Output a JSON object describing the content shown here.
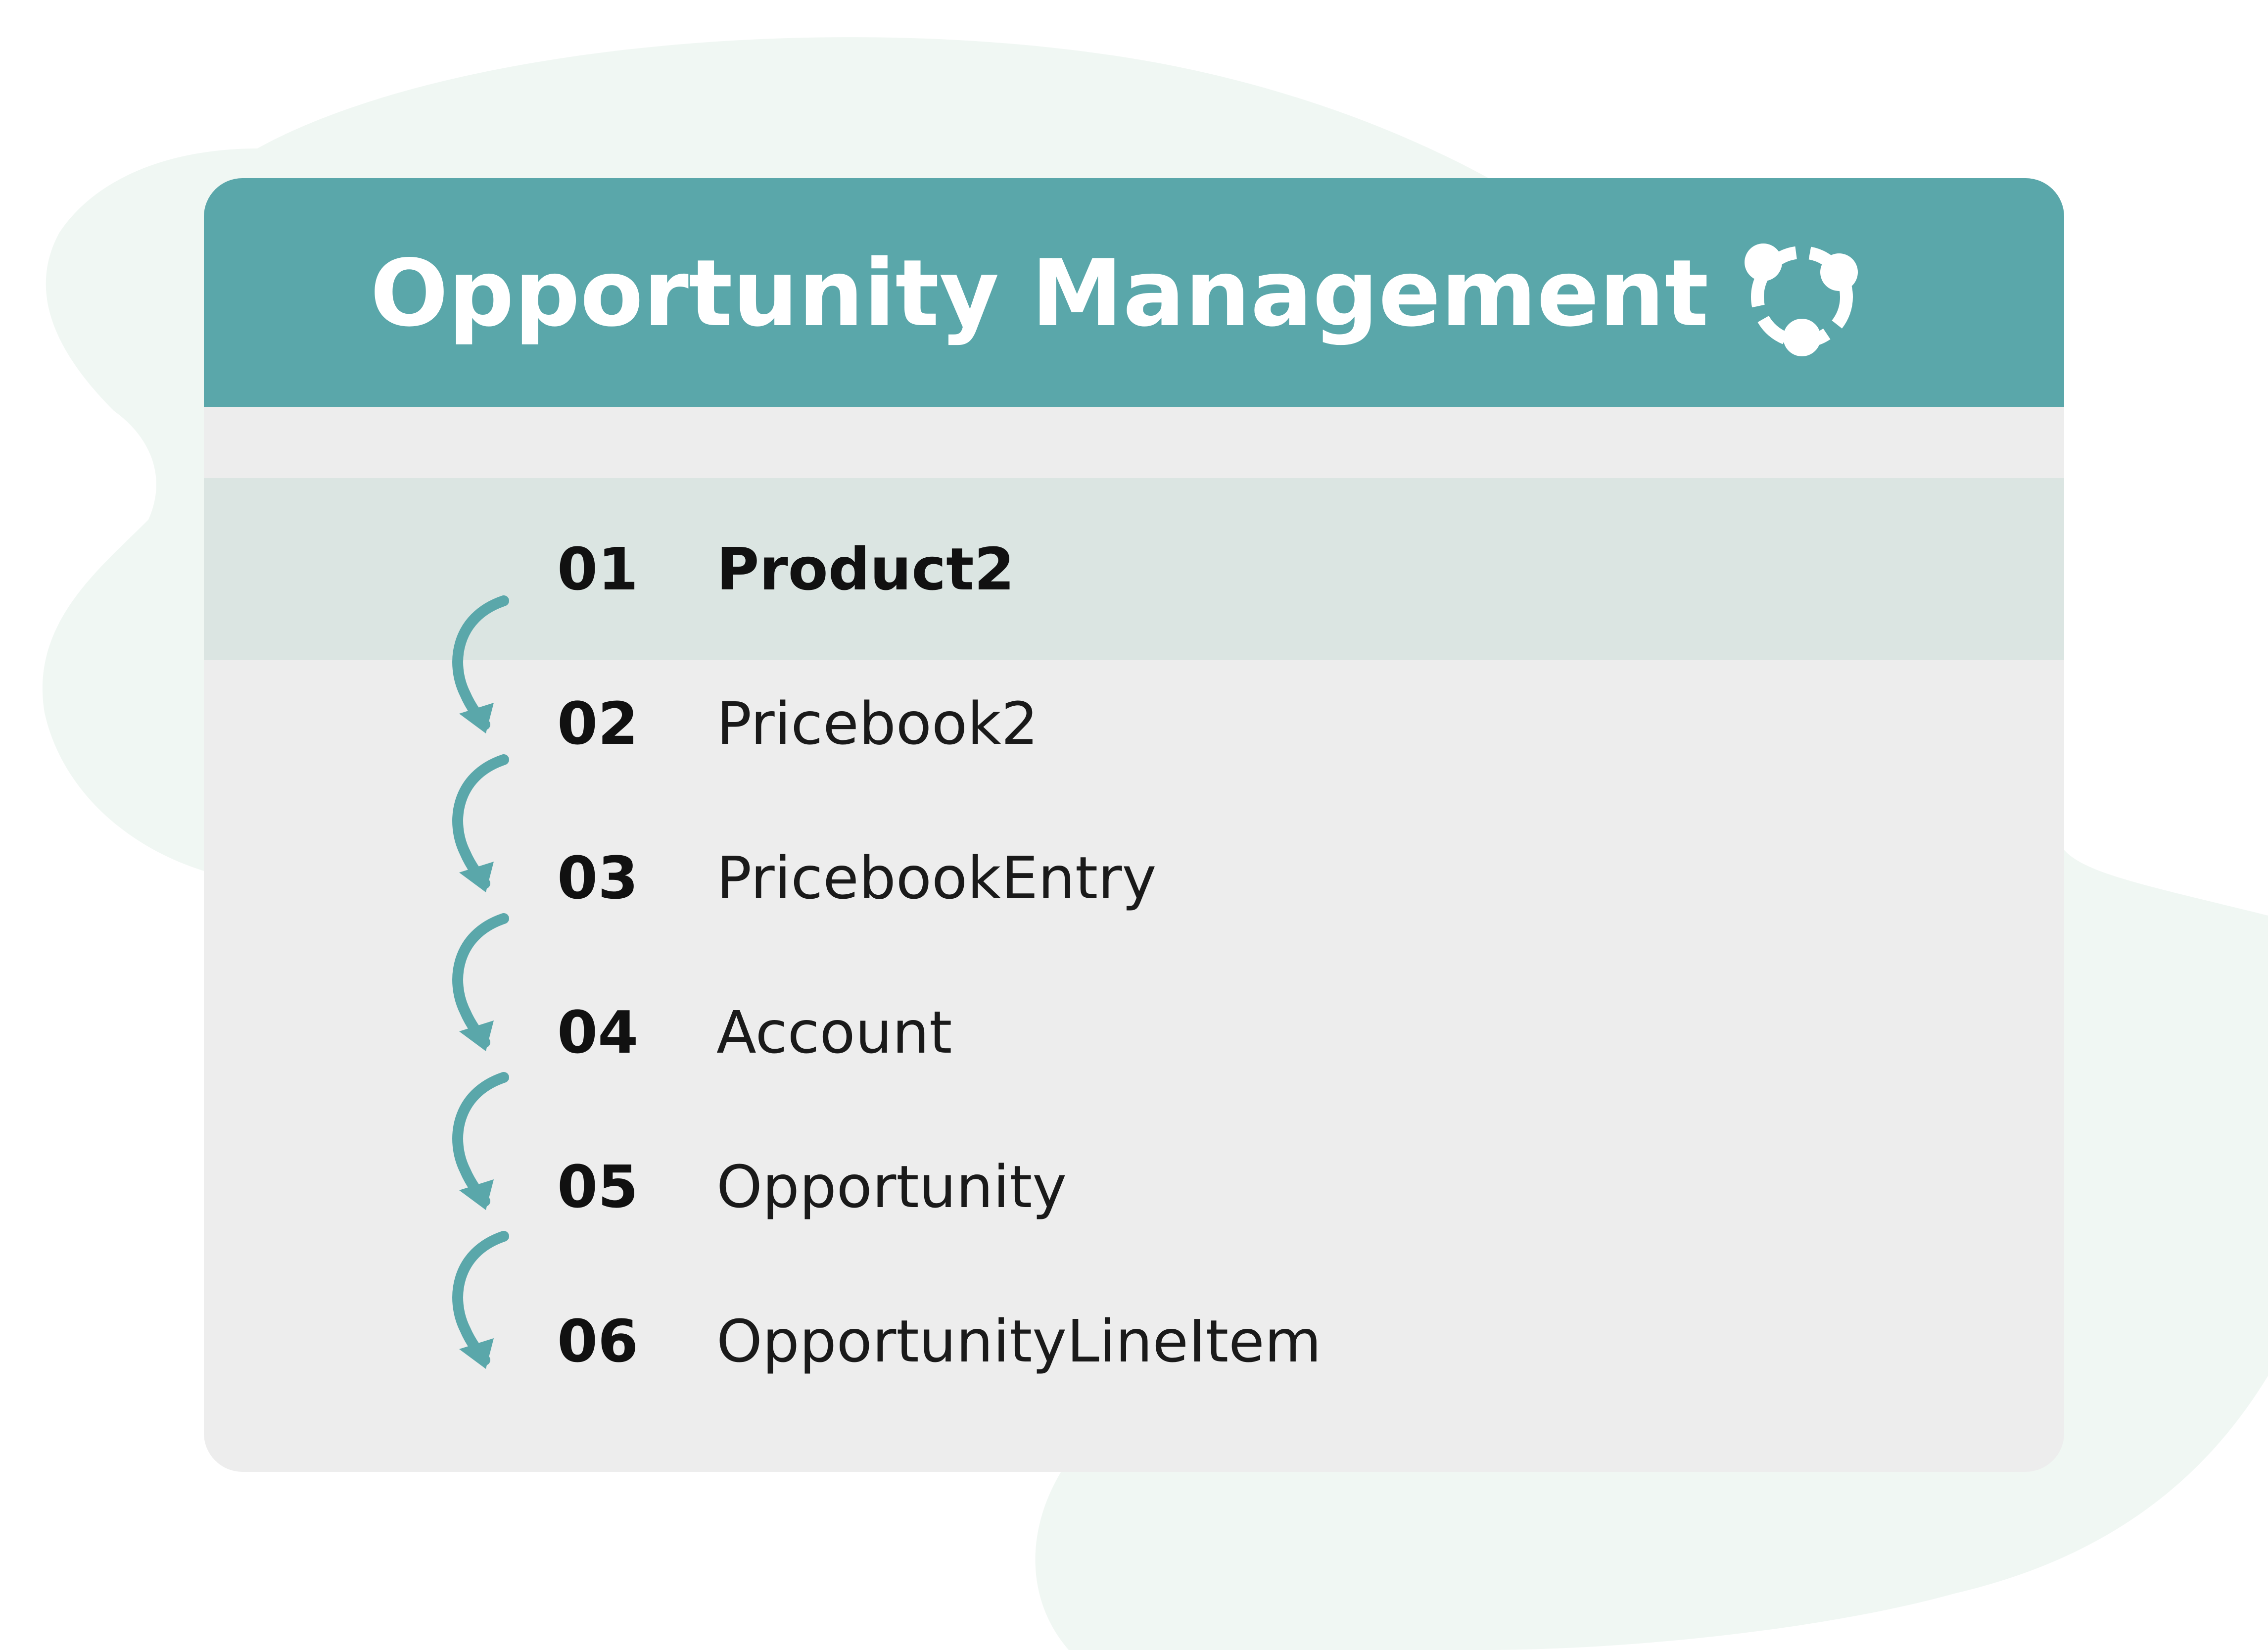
{
  "colors": {
    "header": "#5aa7aa",
    "card": "#ededed",
    "highlight": "#dbe5e2",
    "blob": "#f0f7f3",
    "arrow": "#5aa7aa"
  },
  "card": {
    "title": "Opportunity Management",
    "logo_icon": "connected-nodes-icon"
  },
  "steps": [
    {
      "number": "01",
      "label": "Product2",
      "active": true
    },
    {
      "number": "02",
      "label": "Pricebook2",
      "active": false
    },
    {
      "number": "03",
      "label": "PricebookEntry",
      "active": false
    },
    {
      "number": "04",
      "label": "Account",
      "active": false
    },
    {
      "number": "05",
      "label": "Opportunity",
      "active": false
    },
    {
      "number": "06",
      "label": "OpportunityLineItem",
      "active": false
    }
  ],
  "arrow_icon": "curved-down-arrow-icon"
}
